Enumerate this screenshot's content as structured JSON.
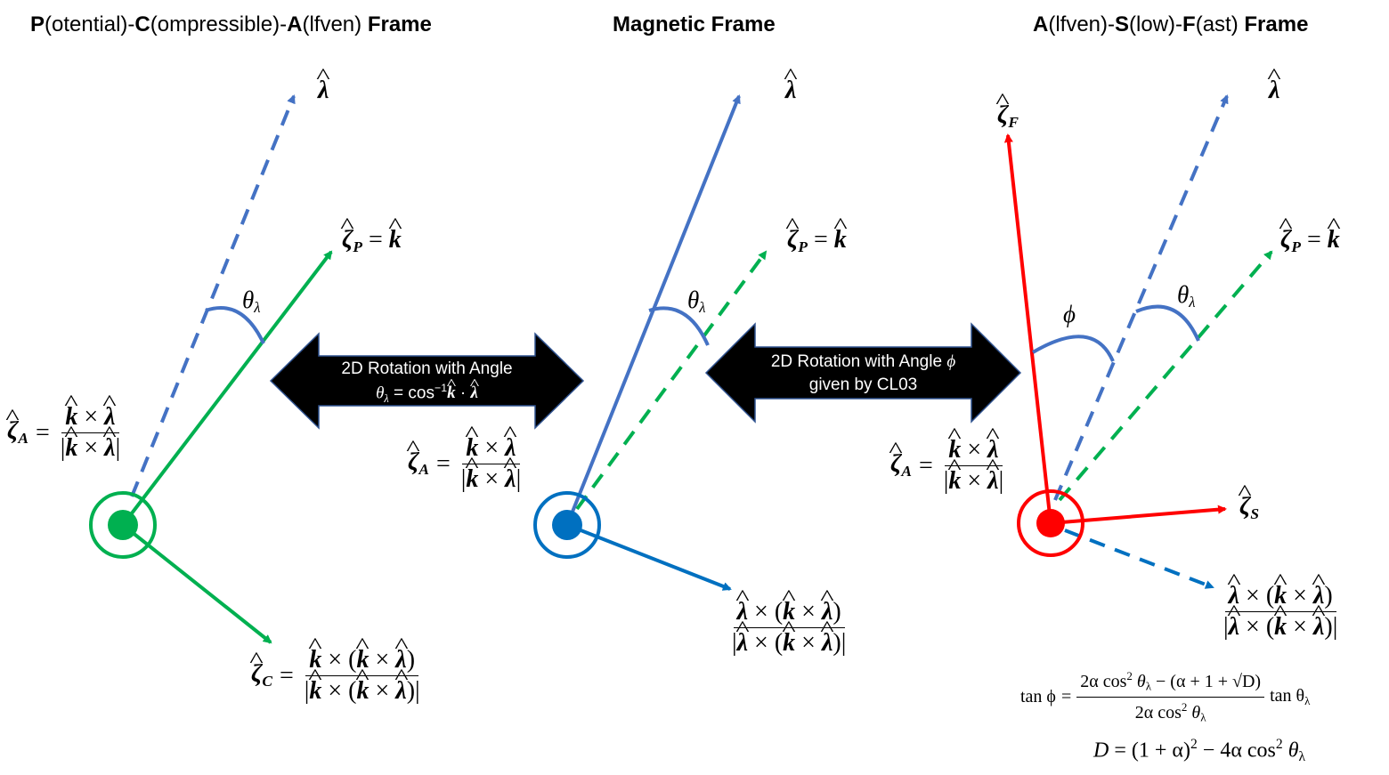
{
  "titles": {
    "pca": {
      "p_bold": "P",
      "p_rest": "(otential)-",
      "c_bold": "C",
      "c_rest": "(ompressible)-",
      "a_bold": "A",
      "a_rest": "(lfven) ",
      "frame": "Frame"
    },
    "magnetic": {
      "text": "Magnetic Frame"
    },
    "asf": {
      "a_bold": "A",
      "a_rest": "(lfven)-",
      "s_bold": "S",
      "s_rest": "(low)-",
      "f_bold": "F",
      "f_rest": "(ast) ",
      "frame": "Frame"
    }
  },
  "symbols": {
    "lambda": "λ",
    "k": "k",
    "zeta": "ζ",
    "times": "×",
    "equals": "=",
    "bar": "|",
    "lparen": "(",
    "rparen": ")",
    "sub_P": "P",
    "sub_A": "A",
    "sub_C": "C",
    "sub_F": "F",
    "sub_S": "S",
    "theta": "θ",
    "sub_lambda": "λ",
    "phi": "ϕ"
  },
  "arrows": {
    "left": {
      "line1": "2D Rotation with Angle",
      "line2_prefix": "θ",
      "line2_sub": "λ",
      "line2_mid": " = cos",
      "line2_sup": "−1",
      "line2_k": " k",
      "line2_dot": " · ",
      "line2_l": "λ"
    },
    "right": {
      "line1_text": "2D Rotation with Angle ",
      "line1_sym": "ϕ",
      "line2": "given by CL03"
    }
  },
  "equations": {
    "tan_phi": {
      "lhs": "tan ϕ",
      "num": "2α cos",
      "num_sup": "2",
      "num_theta": " θ",
      "num_sub": "λ",
      "num_rest": " − (α + 1 + √D)",
      "den": "2α cos",
      "den_sup": "2",
      "den_theta": " θ",
      "den_sub": "λ",
      "rhs": "tan θ",
      "rhs_sub": "λ"
    },
    "D": {
      "lhs": "D",
      "mid": " = (1 + α)",
      "sup": "2",
      "rest": " − 4α cos",
      "sup2": "2",
      "theta": " θ",
      "sub": "λ"
    }
  },
  "colors": {
    "green": "#00b050",
    "blue_light": "#4472c4",
    "blue_dark": "#0070c0",
    "red": "#ff0000",
    "black": "#000000"
  }
}
